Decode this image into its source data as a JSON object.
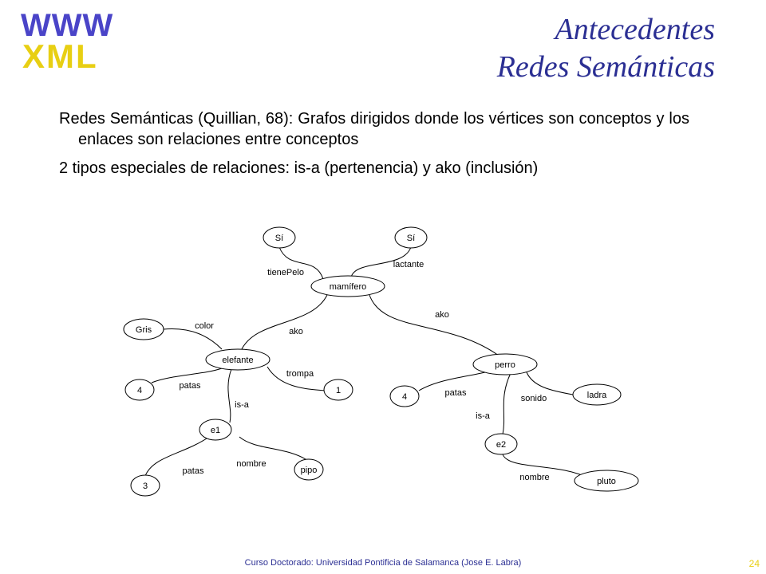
{
  "logo": {
    "www": "WWW",
    "xml": "XML"
  },
  "title": {
    "line1": "Antecedentes",
    "line2": "Redes Semánticas"
  },
  "bullets": [
    "Redes Semánticas (Quillian, 68): Grafos dirigidos donde los vértices son conceptos y los enlaces son relaciones entre conceptos",
    "2 tipos especiales de relaciones: is-a (pertenencia) y ako (inclusión)"
  ],
  "diagram": {
    "nodes": {
      "si1": "Sí",
      "si2": "Sí",
      "mamifero": "mamífero",
      "gris": "Gris",
      "elefante": "elefante",
      "four1": "4",
      "one": "1",
      "e1": "e1",
      "three": "3",
      "pipo": "pipo",
      "perro": "perro",
      "four2": "4",
      "ladra": "ladra",
      "e2": "e2",
      "pluto": "pluto"
    },
    "edges": {
      "tienePelo": "tienePelo",
      "lactante": "lactante",
      "ako1": "ako",
      "ako2": "ako",
      "color": "color",
      "trompa": "trompa",
      "patas1": "patas",
      "isa1": "is-a",
      "patas2": "patas",
      "nombre1": "nombre",
      "patas3": "patas",
      "sonido": "sonido",
      "isa2": "is-a",
      "nombre2": "nombre"
    }
  },
  "footer": "Curso Doctorado: Universidad Pontificia de Salamanca (Jose E. Labra)",
  "page_number": "24"
}
